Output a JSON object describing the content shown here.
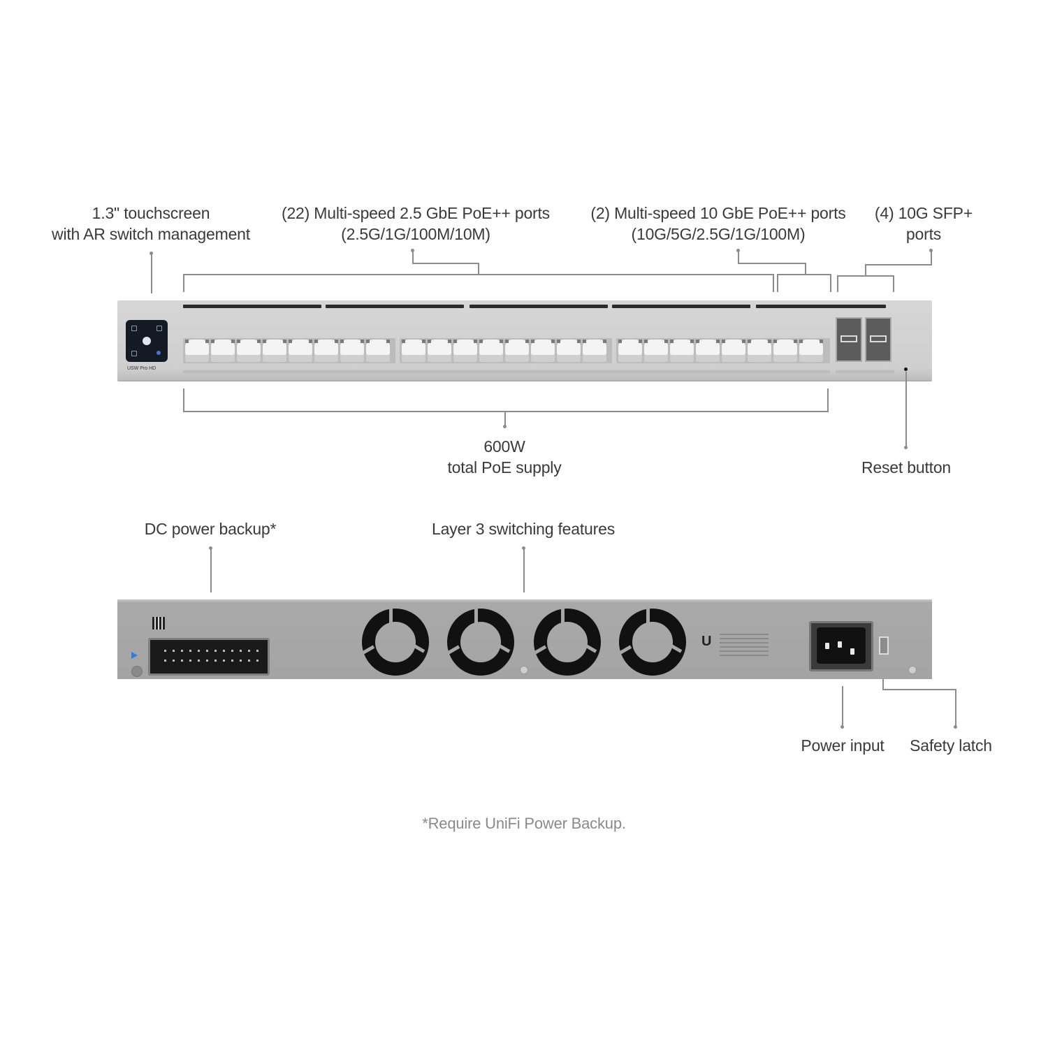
{
  "front_callouts": {
    "touchscreen": [
      "1.3\" touchscreen",
      "with AR switch management"
    ],
    "ports_2_5g": [
      "(22) Multi-speed 2.5 GbE PoE++ ports",
      "(2.5G/1G/100M/10M)"
    ],
    "ports_10g": [
      "(2) Multi-speed 10 GbE PoE++ ports",
      "(10G/5G/2.5G/1G/100M)"
    ],
    "sfp": [
      "(4) 10G SFP+",
      "ports"
    ],
    "poe_supply": [
      "600W",
      "total PoE supply"
    ],
    "reset": "Reset button"
  },
  "rear_callouts": {
    "dc_backup": "DC power backup*",
    "layer3": "Layer 3 switching features",
    "power_input": "Power input",
    "safety_latch": "Safety latch"
  },
  "footnote": "*Require UniFi Power Backup.",
  "device": {
    "brand_label": "USW Pro HD",
    "rj45_port_count": 24,
    "sfp_port_count": 4,
    "fan_count": 4,
    "logo_glyph": "U"
  },
  "colors": {
    "chassis_front": "#d3d3d3",
    "chassis_rear": "#a7a7a7",
    "leader_line": "#8c8c8c",
    "text": "#3a3a3a",
    "led_blue": "#2f7de0"
  }
}
